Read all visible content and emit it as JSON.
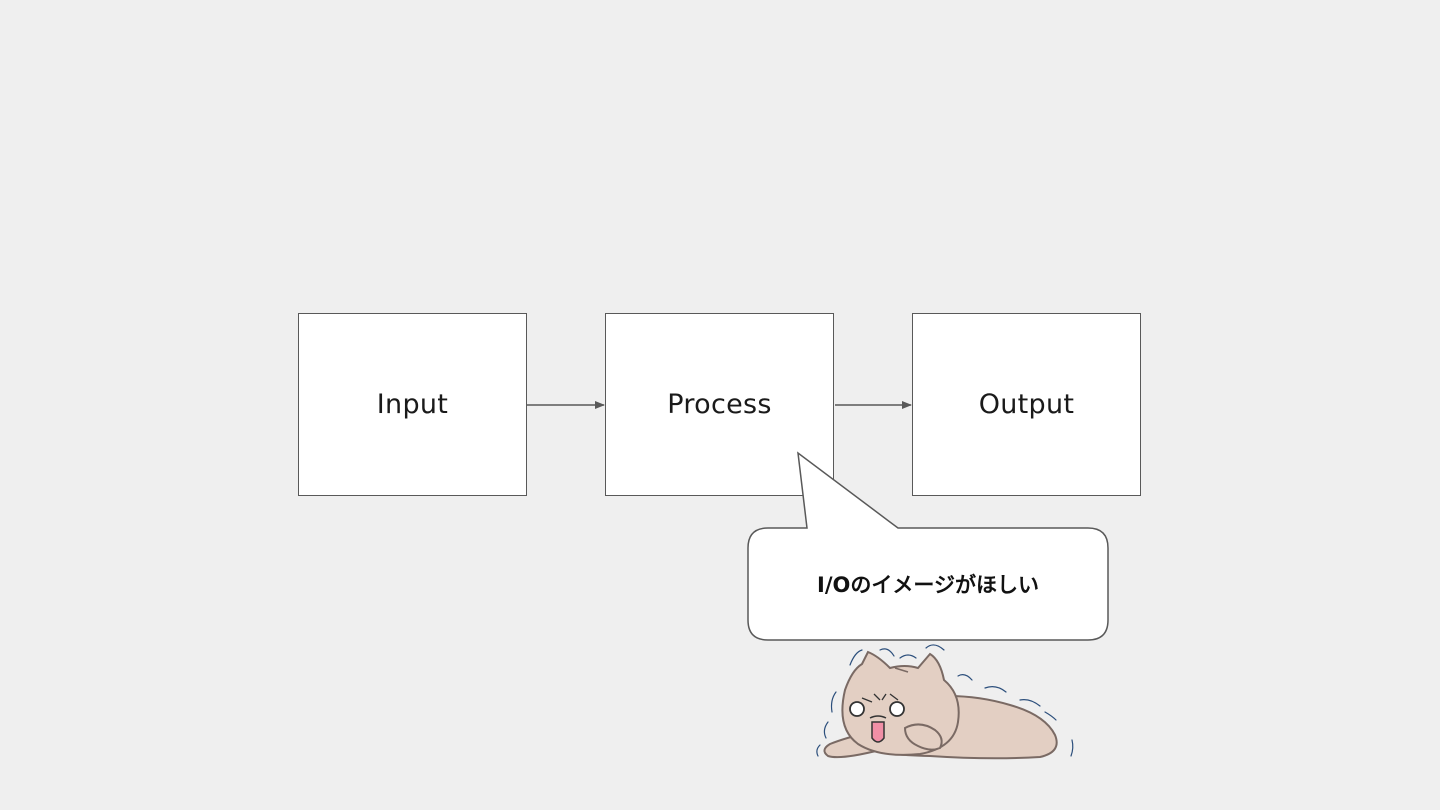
{
  "diagram": {
    "nodes": [
      {
        "id": "input",
        "label": "Input"
      },
      {
        "id": "process",
        "label": "Process"
      },
      {
        "id": "output",
        "label": "Output"
      }
    ],
    "edges": [
      {
        "from": "input",
        "to": "process"
      },
      {
        "from": "process",
        "to": "output"
      }
    ]
  },
  "callout": {
    "text": "I/Oのイメージがほしい",
    "points_to": "process"
  },
  "mascot": {
    "icon": "lying-cat-icon",
    "colors": {
      "body": "#e3cfc3",
      "outline": "#7a6a64",
      "tongue": "#f08fa6",
      "tremble_lines": "#2c4f7c"
    }
  },
  "colors": {
    "background": "#efefef",
    "box_fill": "#ffffff",
    "box_border": "#595959",
    "arrow": "#595959"
  }
}
